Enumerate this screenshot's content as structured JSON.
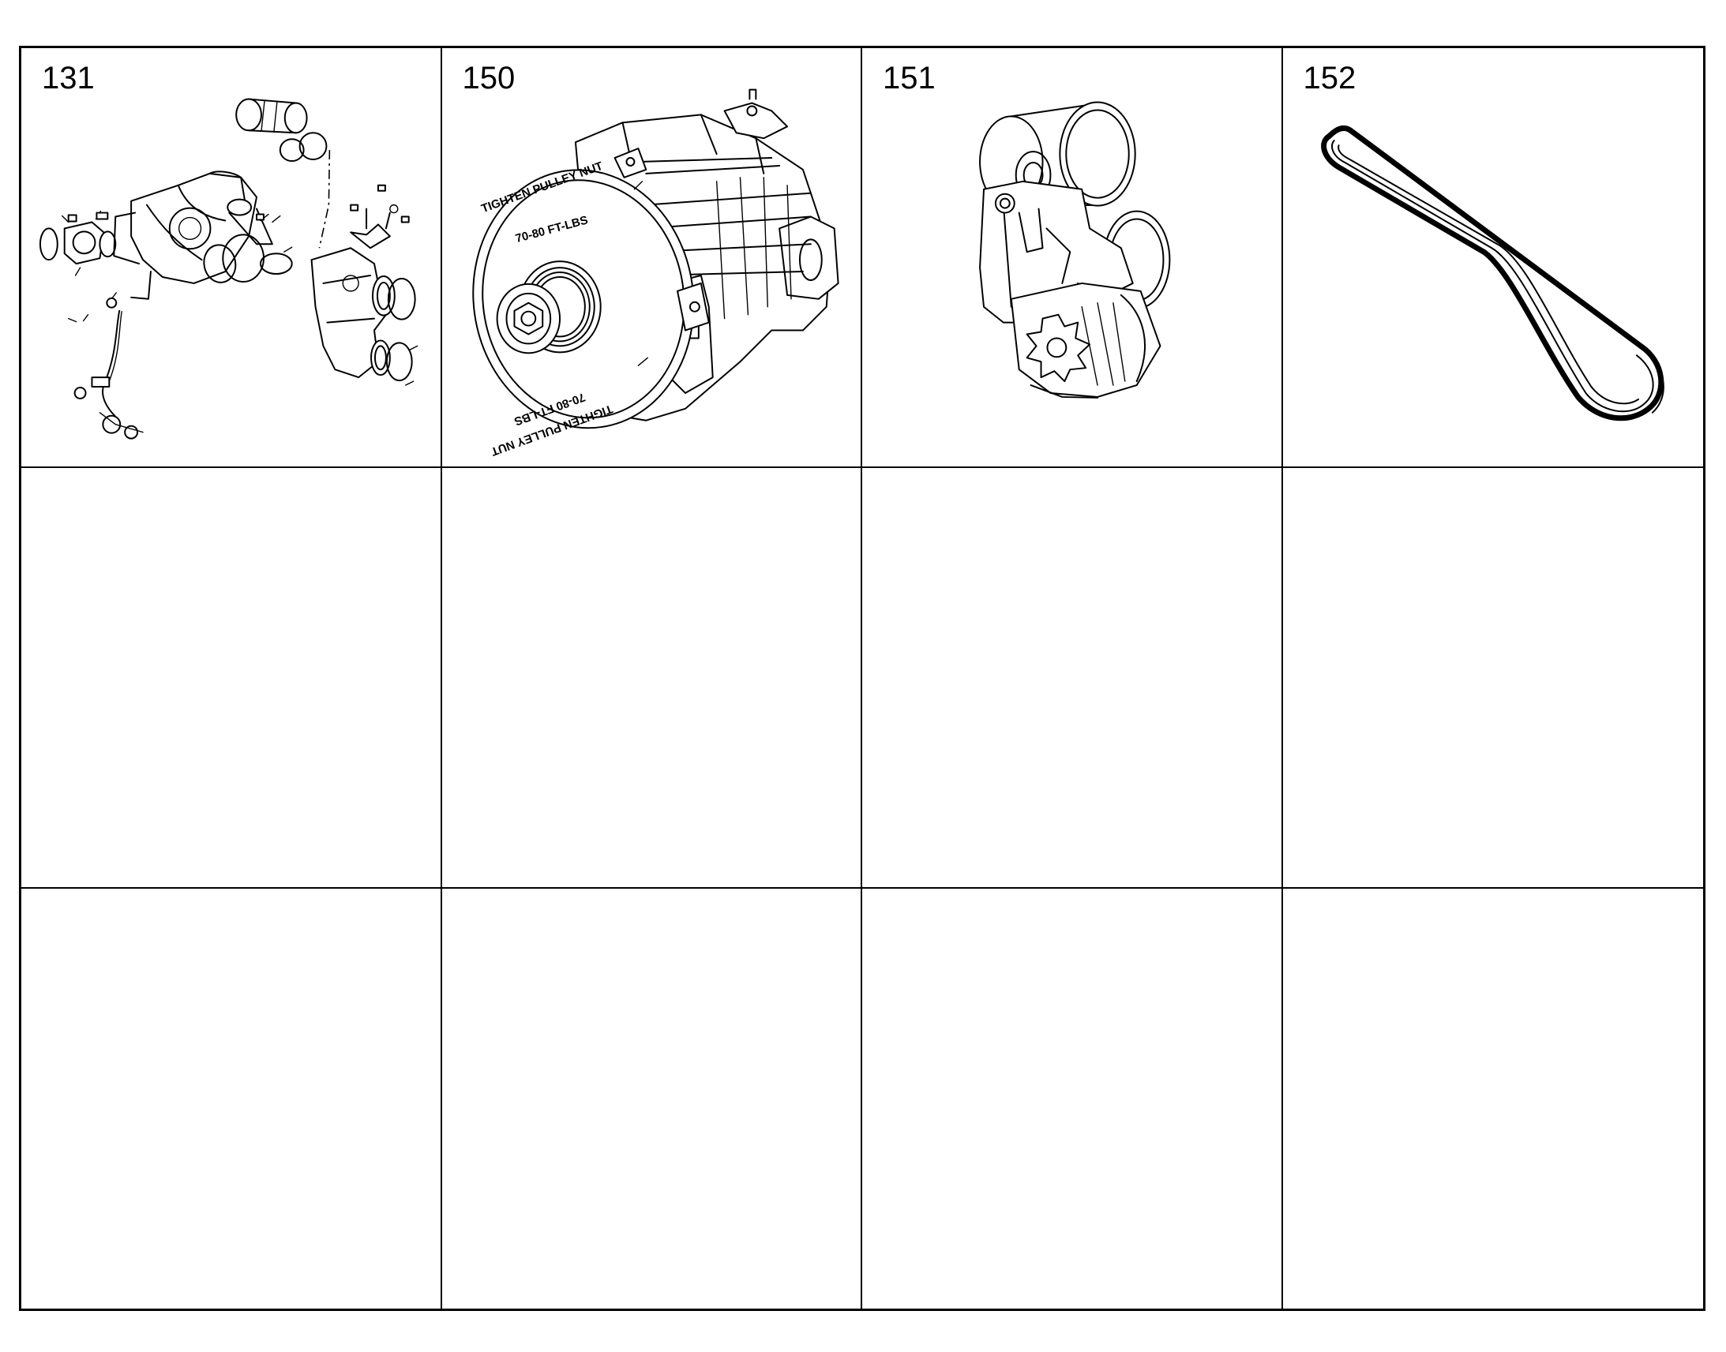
{
  "cells": [
    {
      "part_number": "131",
      "illustration": "coolant-pump-assembly-exploded"
    },
    {
      "part_number": "150",
      "illustration": "alternator"
    },
    {
      "part_number": "151",
      "illustration": "belt-tensioner"
    },
    {
      "part_number": "152",
      "illustration": "poly-v-belt"
    },
    {
      "part_number": "",
      "illustration": ""
    },
    {
      "part_number": "",
      "illustration": ""
    },
    {
      "part_number": "",
      "illustration": ""
    },
    {
      "part_number": "",
      "illustration": ""
    },
    {
      "part_number": "",
      "illustration": ""
    },
    {
      "part_number": "",
      "illustration": ""
    },
    {
      "part_number": "",
      "illustration": ""
    },
    {
      "part_number": "",
      "illustration": ""
    }
  ],
  "imprints": {
    "pulley_text_1": "TIGHTEN PULLEY NUT",
    "pulley_text_2": "70-80 FT-LBS",
    "pulley_text_3": "TIGHTEN PULLEY NUT",
    "pulley_text_4": "70-80 FT-LBS"
  }
}
